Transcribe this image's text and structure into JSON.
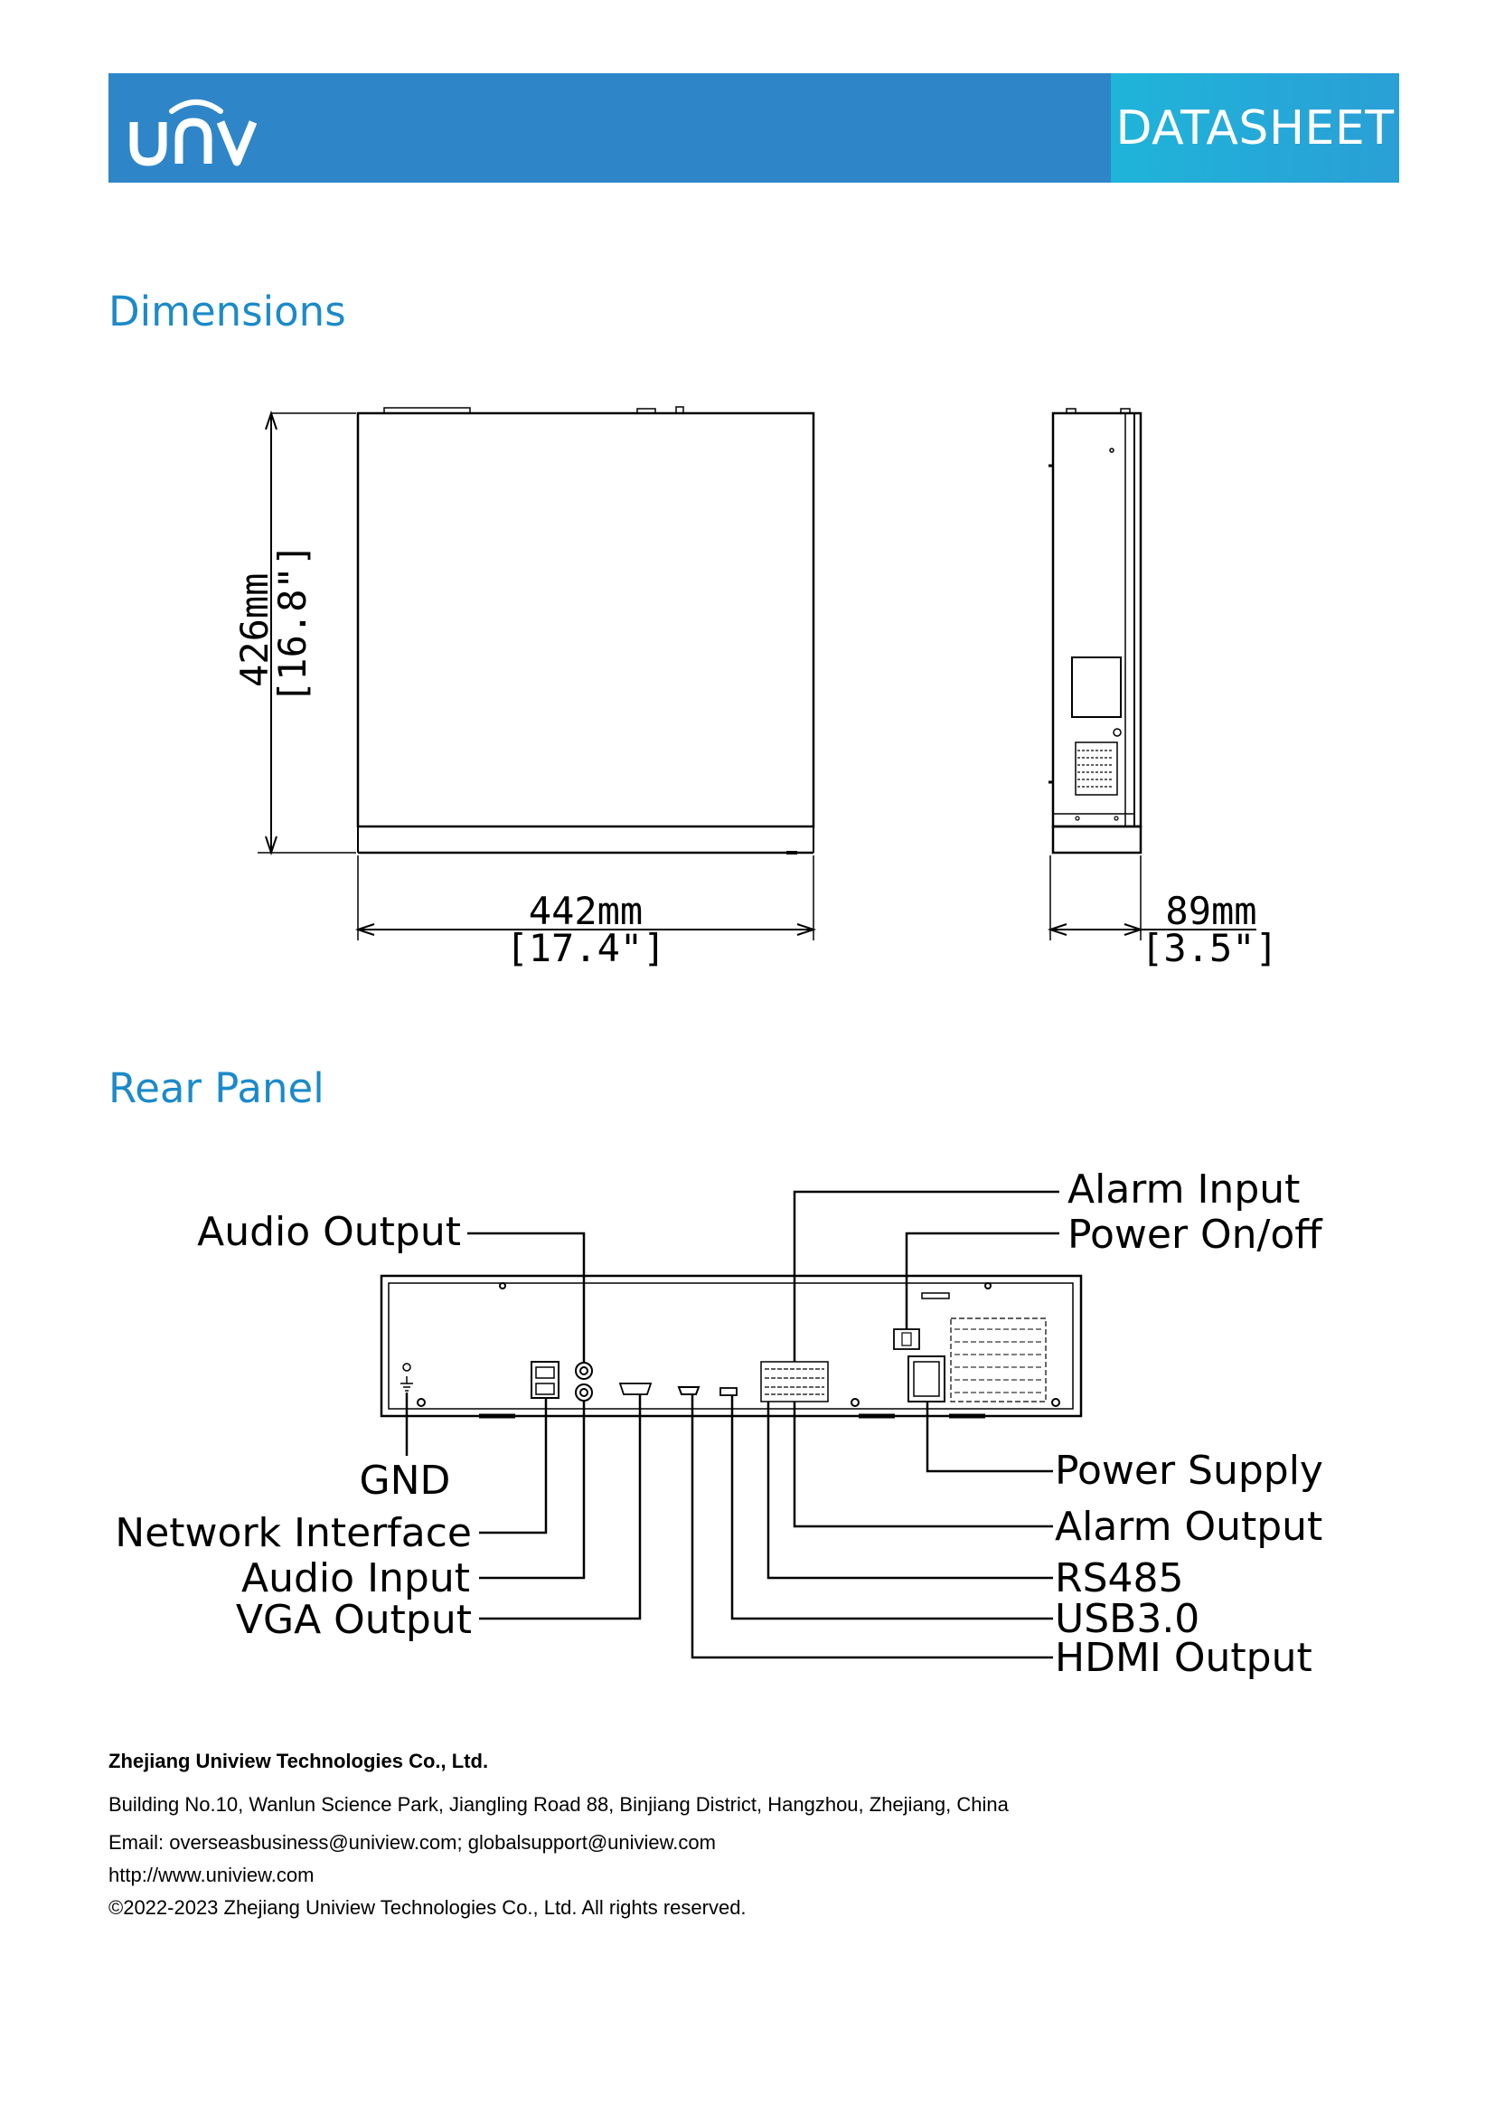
{
  "header": {
    "logo_text": "unv",
    "tag": "DATASHEET",
    "brand_color": "#2e86c8",
    "tag_color": "#1fb4d9"
  },
  "sections": {
    "dimensions_title": "Dimensions",
    "rear_panel_title": "Rear Panel"
  },
  "dimensions": {
    "depth_mm": "426mm",
    "depth_in": "[16.8\"]",
    "width_mm": "442mm",
    "width_in": "[17.4\"]",
    "height_mm": "89mm",
    "height_in": "[3.5\"]"
  },
  "rear_panel": {
    "labels": {
      "audio_output": "Audio Output",
      "alarm_input": "Alarm Input",
      "power_on_off": "Power On/off",
      "gnd": "GND",
      "network_interface": "Network Interface",
      "audio_input": "Audio Input",
      "vga_output": "VGA Output",
      "power_supply": "Power Supply",
      "alarm_output": "Alarm Output",
      "rs485": "RS485",
      "usb3": "USB3.0",
      "hdmi_output": "HDMI Output"
    }
  },
  "footer": {
    "company": "Zhejiang Uniview Technologies Co., Ltd.",
    "address": "Building No.10, Wanlun Science Park, Jiangling Road 88, Binjiang District, Hangzhou, Zhejiang, China",
    "email": "Email: overseasbusiness@uniview.com; globalsupport@uniview.com",
    "website": "http://www.uniview.com",
    "copyright": "©2022-2023 Zhejiang Uniview Technologies Co., Ltd. All rights reserved."
  }
}
